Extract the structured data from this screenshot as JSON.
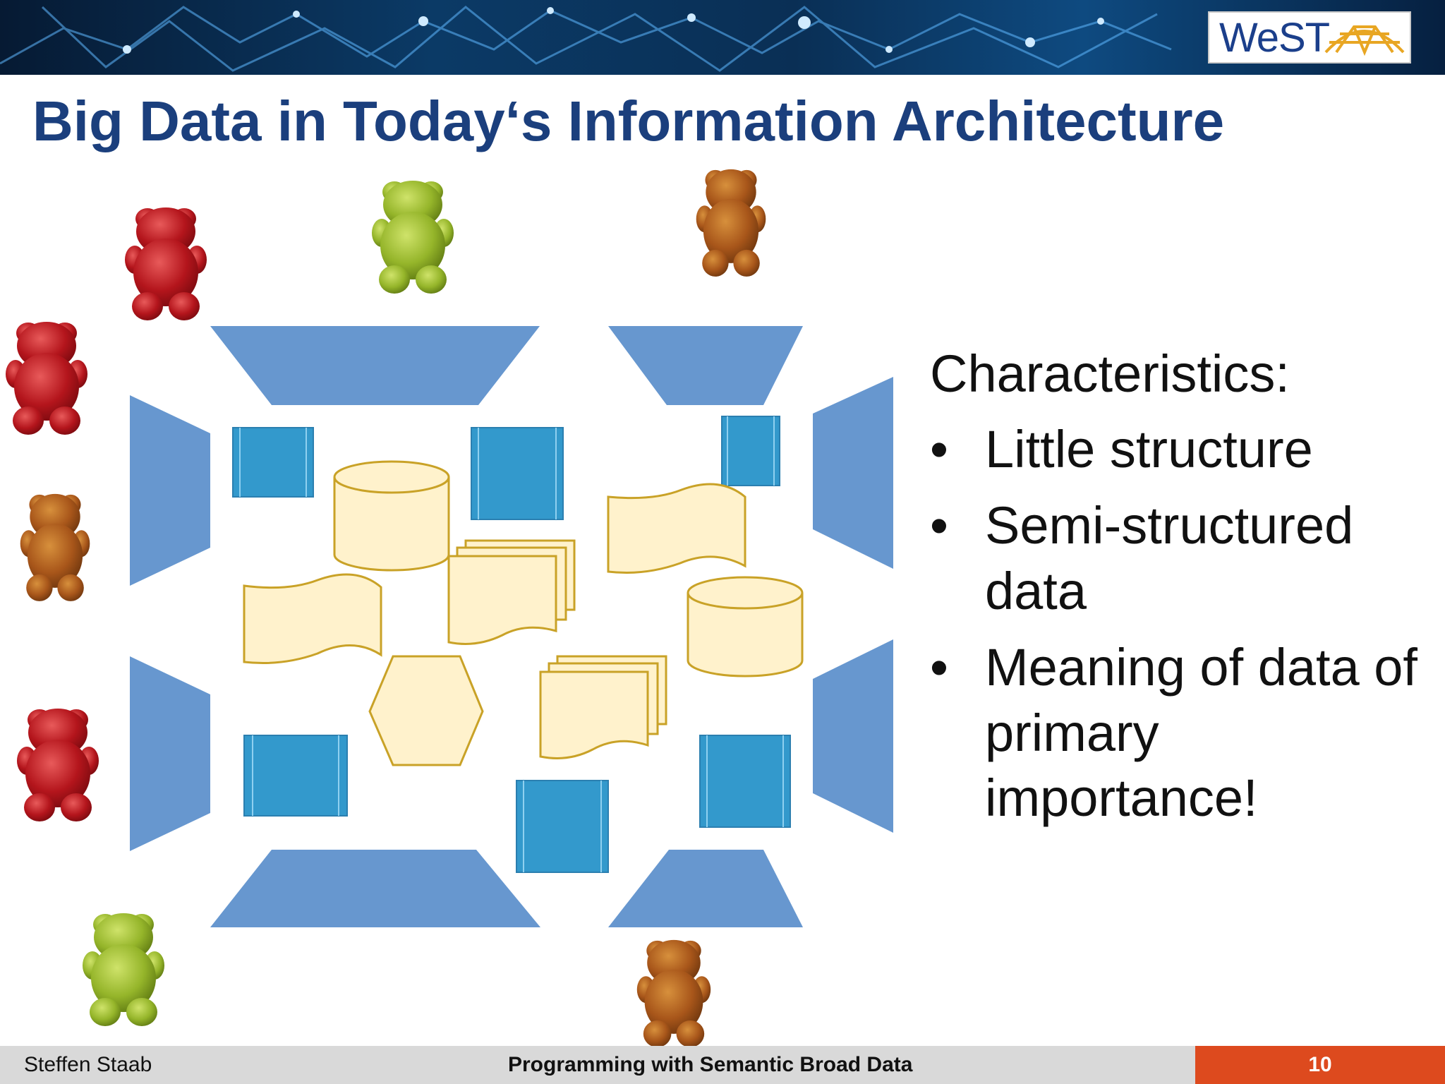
{
  "logo": {
    "text": "WeST"
  },
  "slide": {
    "title": "Big Data in Today‘s Information Architecture"
  },
  "characteristics": {
    "heading": "Characteristics:",
    "bullet_glyph": "•",
    "items": [
      "Little structure",
      "Semi-structured data",
      "Meaning of data of primary importance!"
    ]
  },
  "footer": {
    "author": "Steffen Staab",
    "course": "Programming with Semantic Broad Data",
    "page": "10"
  },
  "colors": {
    "title": "#1b3f7d",
    "shape_blue": "#6797cf",
    "square_blue": "#3399cc",
    "doc_fill": "#fff2cc",
    "doc_stroke": "#c9a227",
    "footer_accent": "#dd4a1e"
  }
}
